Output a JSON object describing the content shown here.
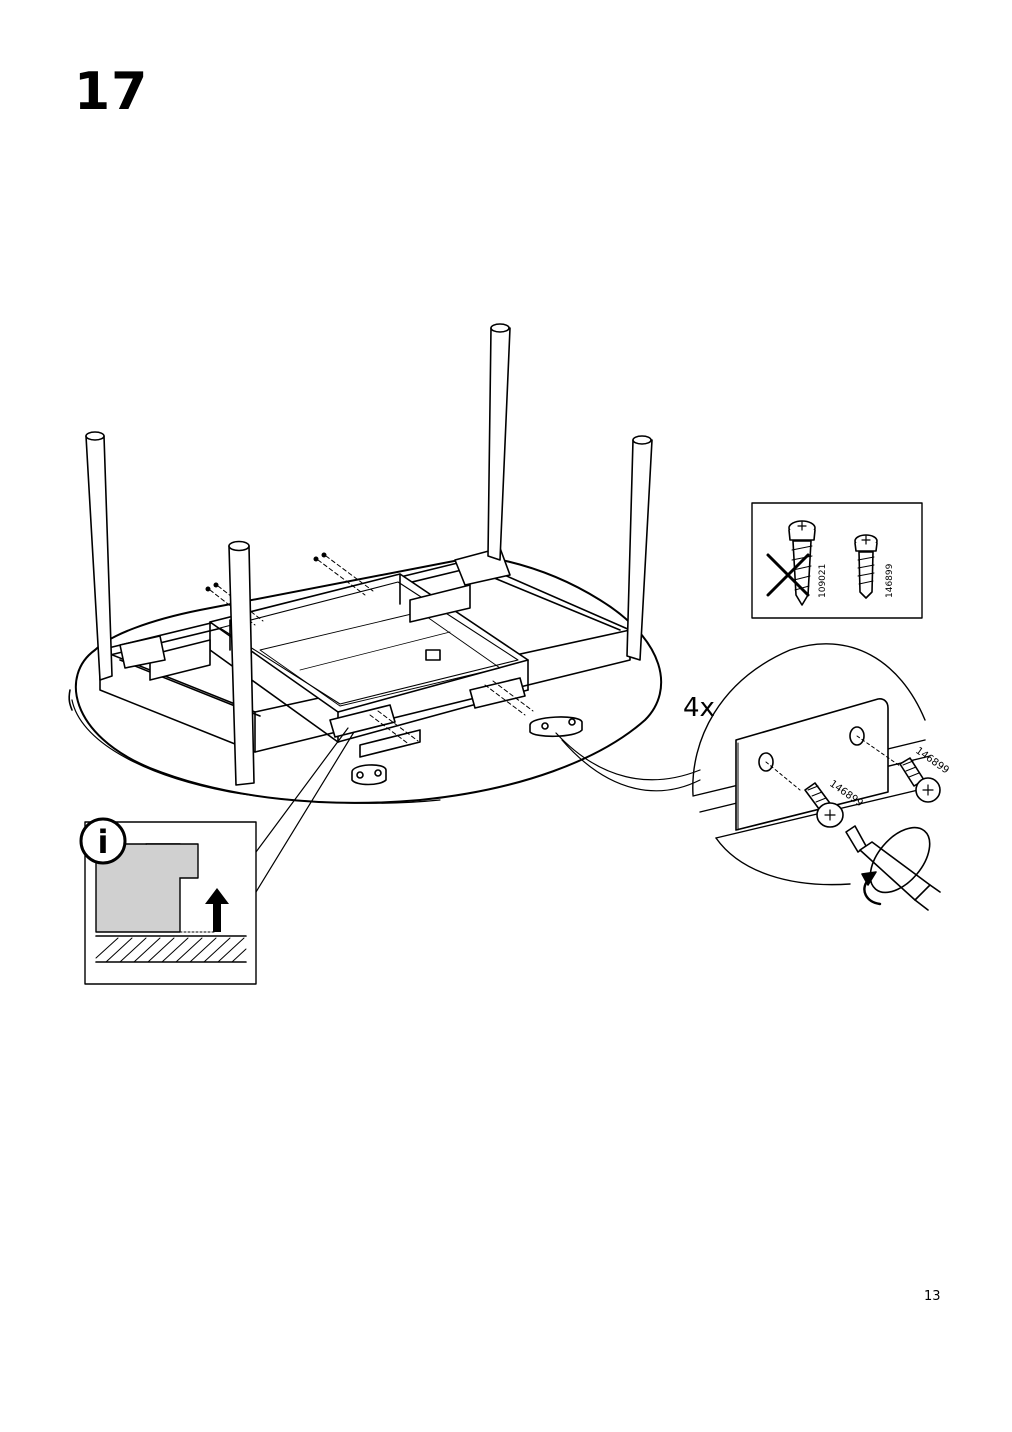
{
  "step": {
    "number": "17"
  },
  "page": {
    "number": "13"
  },
  "detail": {
    "quantity": "4x",
    "screw_label_1": "146899",
    "screw_label_2": "146899"
  },
  "screw_compare": {
    "wrong_screw_label": "109021",
    "correct_screw_label": "146899"
  },
  "info_box": {
    "icon_letter": "i"
  },
  "icons": {
    "info": "info-icon",
    "up_arrow": "up-arrow-icon",
    "wrong": "x-mark-icon",
    "rotate": "rotate-arrow-icon",
    "screwdriver": "screwdriver-icon"
  }
}
